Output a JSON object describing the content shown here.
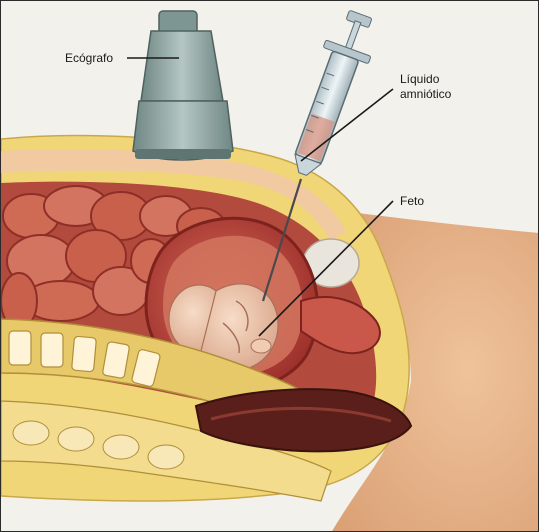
{
  "labels": {
    "ecografo": "Ecógrafo",
    "liquido_line1": "Líquido",
    "liquido_line2": "amniótico",
    "feto": "Feto"
  },
  "colors": {
    "background": "#f3f1ec",
    "skin": "#e9b78d",
    "fat": "#f0d677",
    "uterus": "#b8463b",
    "intestine": "#c9604c",
    "spine": "#e8c96a",
    "vertebra": "#fff4d8",
    "probe": "#8fa6a3",
    "syringe": "#c9d7dc",
    "line": "#1a1a1a"
  }
}
